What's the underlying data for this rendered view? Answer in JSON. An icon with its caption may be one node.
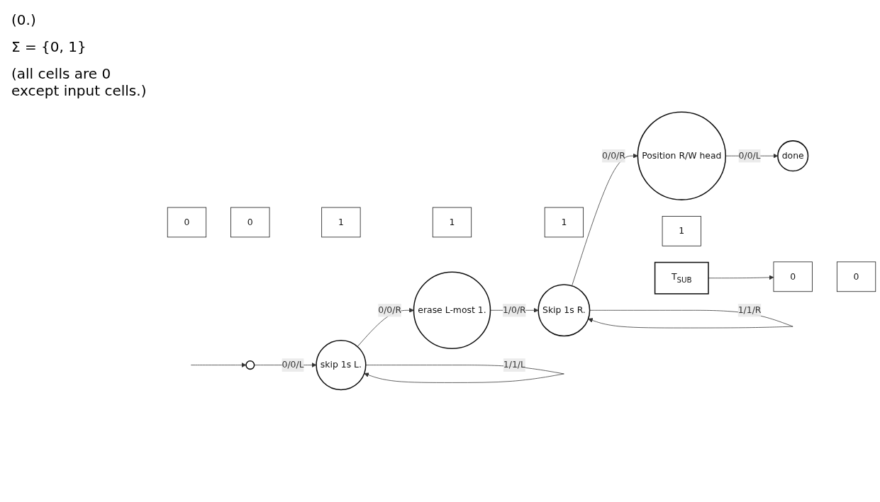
{
  "diagram": {
    "nodes": [
      {
        "text": [],
        "shape": "circle"
      },
      {
        "text": [
          "skip 1s L."
        ]
      },
      {
        "text": [
          "erase L-most 1."
        ]
      },
      {
        "text": [
          "Skip 1s R."
        ]
      },
      {
        "text": [
          "Position R/W head"
        ]
      },
      {
        "text": [
          "done"
        ]
      },
      {
        "text": [
          "0"
        ]
      },
      {
        "text": [
          "0"
        ]
      },
      {
        "text": [
          "1"
        ]
      },
      {
        "text": [
          "1"
        ]
      },
      {
        "text": [
          "1"
        ]
      },
      {
        "text": [
          "1"
        ]
      },
      {
        "text": [
          "0"
        ]
      },
      {
        "text": [
          "0"
        ]
      },
      {
        "text": [
          "T$_{SUB}$"
        ]
      }
    ],
    "edges": [
      {
        "from": null,
        "to": 0,
        "arrow": "to"
      },
      {
        "from": 0,
        "to": 1,
        "label": "0/0/L",
        "arrow": "to"
      },
      {
        "from": 1,
        "to": 1,
        "label": "1/1/L",
        "arrow": "to"
      },
      {
        "from": 1,
        "to": 2,
        "label": "0/0/R",
        "arrow": "to"
      },
      {
        "from": 2,
        "to": 3,
        "label": "1/0/R",
        "arrow": "to"
      },
      {
        "from": 3,
        "to": 3,
        "label": "1/1/R",
        "arrow": "to"
      },
      {
        "from": 3,
        "to": 4,
        "label": "0/0/R",
        "arrow": "to"
      },
      {
        "from": 4,
        "to": 5,
        "label": "0/0/L",
        "arrow": "to"
      },
      {
        "from": 14,
        "to": 12,
        "arrow": "to"
      }
    ],
    "labels": [
      "(0.)",
      "Σ = {0, 1}",
      "(all cells are 0 except input cells.)"
    ]
  }
}
